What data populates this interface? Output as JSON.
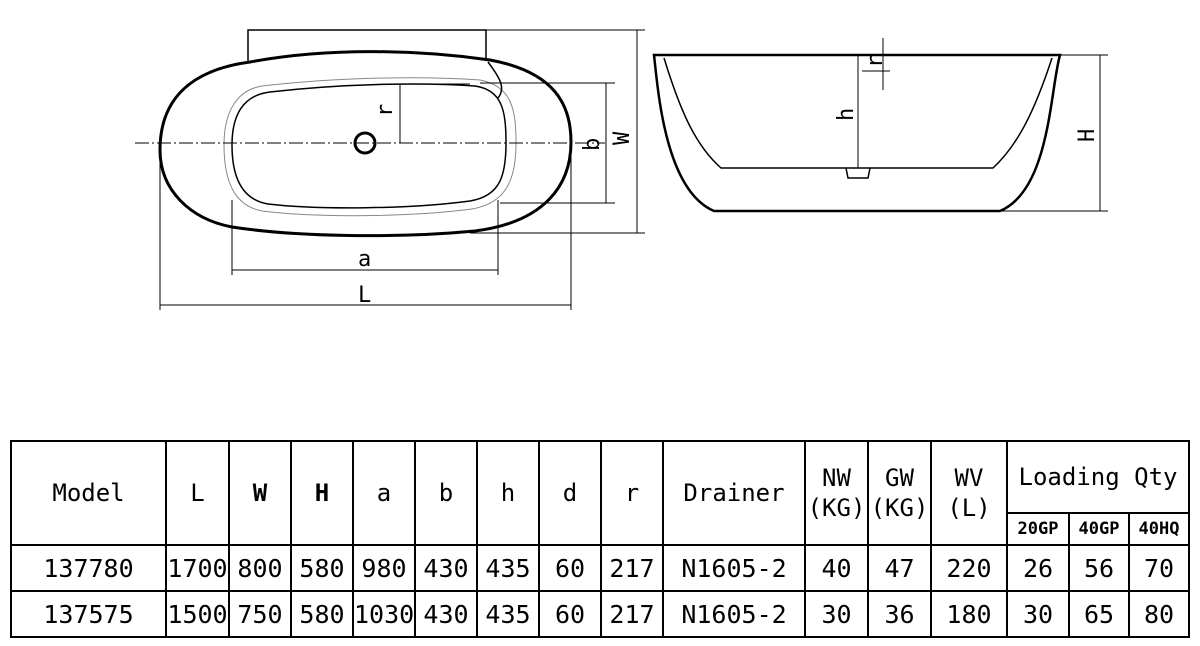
{
  "drawing": {
    "top_view_labels": {
      "a": "a",
      "L": "L",
      "b": "b",
      "W": "W",
      "r": "r"
    },
    "side_view_labels": {
      "h": "h",
      "r": "r",
      "H": "H"
    }
  },
  "table": {
    "headers": {
      "model": "Model",
      "L": "L",
      "W": "W",
      "H": "H",
      "a": "a",
      "b": "b",
      "h": "h",
      "d": "d",
      "r": "r",
      "drainer": "Drainer",
      "nw_1": "NW",
      "nw_2": "(KG)",
      "gw_1": "GW",
      "gw_2": "(KG)",
      "wv_1": "WV",
      "wv_2": "(L)",
      "loading_qty": "Loading Qty",
      "gp20": "20GP",
      "gp40": "40GP",
      "hq40": "40HQ"
    },
    "rows": [
      {
        "model": "137780",
        "L": "1700",
        "W": "800",
        "H": "580",
        "a": "980",
        "b": "430",
        "h": "435",
        "d": "60",
        "r": "217",
        "drainer": "N1605-2",
        "nw": "40",
        "gw": "47",
        "wv": "220",
        "gp20": "26",
        "gp40": "56",
        "hq40": "70"
      },
      {
        "model": "137575",
        "L": "1500",
        "W": "750",
        "H": "580",
        "a": "1030",
        "b": "430",
        "h": "435",
        "d": "60",
        "r": "217",
        "drainer": "N1605-2",
        "nw": "30",
        "gw": "36",
        "wv": "180",
        "gp20": "30",
        "gp40": "65",
        "hq40": "80"
      }
    ]
  }
}
